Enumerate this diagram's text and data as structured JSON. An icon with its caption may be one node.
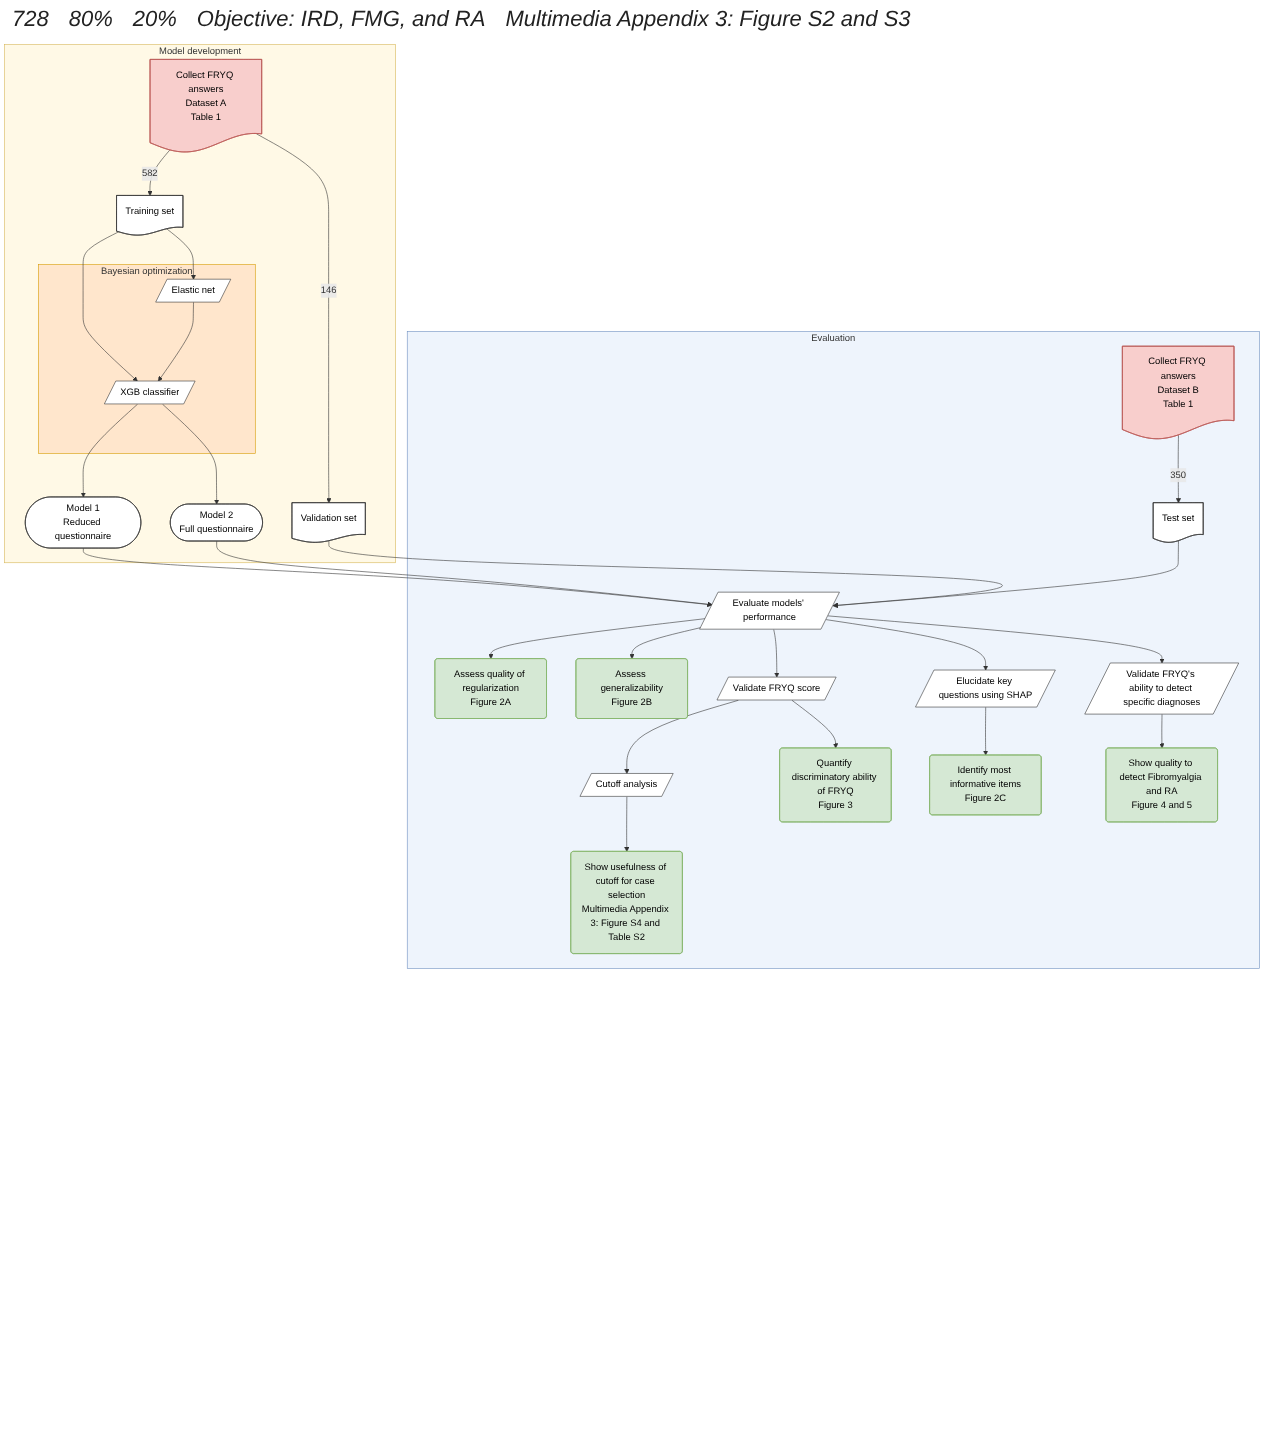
{
  "diagram": {
    "nodes": [
      {
        "text": [
          "Model development"
        ]
      },
      {
        "text": [
          "Collect FRYQ answers",
          "Dataset A",
          "Table 1"
        ],
        "in": 0
      },
      {
        "text": [
          "Training set"
        ],
        "in": 0
      },
      {
        "text": [
          "Validation set"
        ],
        "in": 0
      },
      {
        "text": [
          "Bayesian optimization"
        ],
        "in": 0
      },
      {
        "text": [
          "Elastic net"
        ],
        "in": 4
      },
      {
        "text": [
          "XGB classifier"
        ],
        "in": 4
      },
      {
        "text": [
          "Model 1",
          "Reduced questionnaire"
        ],
        "in": 0
      },
      {
        "text": [
          "Model 2",
          "Full questionnaire"
        ],
        "in": 0
      },
      {
        "text": [
          "Evaluation"
        ]
      },
      {
        "text": [
          "Collect FRYQ answers",
          "Dataset B",
          "Table 1"
        ],
        "in": 9
      },
      {
        "text": [
          "Test set"
        ],
        "in": 9
      },
      {
        "text": [
          "Evaluate models' performance"
        ],
        "in": 9
      },
      {
        "text": [
          "Assess quality of regularization",
          "Figure 2A"
        ],
        "in": 9
      },
      {
        "text": [
          "Assess generalizability",
          "Figure 2B"
        ],
        "in": 9
      },
      {
        "text": [
          "Cutoff analysis"
        ],
        "in": 9
      },
      {
        "text": [
          "Validate FRYQ score"
        ],
        "in": 9
      },
      {
        "text": [
          "Elucidate key questions using SHAP"
        ],
        "in": 9
      },
      {
        "text": [
          "Validate FRYQ's ability to detect specific diagnoses"
        ],
        "in": 9
      },
      {
        "text": [
          "Show usefulness of cutoff for case selection",
          "Multimedia Appendix 3: Figure S4 and Table S2"
        ],
        "in": 9
      },
      {
        "text": [
          "Quantify discriminatory ability of FRYQ",
          "Figure 3"
        ],
        "in": 9
      },
      {
        "text": [
          "Identify most informative items",
          "Figure 2C"
        ],
        "in": 9
      },
      {
        "text": [
          "Show quality to detect Fibromyalgia and RA",
          "Figure 4 and 5"
        ],
        "in": 9
      }
    ],
    "edges": [
      {
        "from": 1,
        "to": 2,
        "arrow": "to",
        "label": "582"
      },
      {
        "from": 1,
        "to": 3,
        "arrow": "to",
        "label": "146"
      },
      {
        "from": 2,
        "to": 5,
        "arrow": "to"
      },
      {
        "from": 2,
        "to": 6,
        "arrow": "to"
      },
      {
        "from": 5,
        "to": 6,
        "arrow": "to"
      },
      {
        "from": 6,
        "to": 7,
        "arrow": "to"
      },
      {
        "from": 6,
        "to": 8,
        "arrow": "to"
      },
      {
        "from": 7,
        "to": 12,
        "arrow": "to"
      },
      {
        "from": 8,
        "to": 12,
        "arrow": "to"
      },
      {
        "from": 3,
        "to": 12,
        "arrow": "to"
      },
      {
        "from": 10,
        "to": 11,
        "arrow": "to",
        "label": "350"
      },
      {
        "from": 11,
        "to": 12,
        "arrow": "to"
      },
      {
        "from": 12,
        "to": 13,
        "arrow": "to"
      },
      {
        "from": 12,
        "to": 14,
        "arrow": "to"
      },
      {
        "from": 12,
        "to": 16,
        "arrow": "to"
      },
      {
        "from": 12,
        "to": 17,
        "arrow": "to"
      },
      {
        "from": 12,
        "to": 18,
        "arrow": "to"
      },
      {
        "from": 16,
        "to": 15,
        "arrow": "to"
      },
      {
        "from": 15,
        "to": 19,
        "arrow": "to"
      },
      {
        "from": 16,
        "to": 20,
        "arrow": "to"
      },
      {
        "from": 17,
        "to": 21,
        "arrow": "to"
      },
      {
        "from": 18,
        "to": 22,
        "arrow": "to"
      }
    ],
    "labels": [
      "728",
      "80%",
      "20%",
      "Objective: IRD, FMG, and RA",
      "Multimedia Appendix 3: Figure S2 and S3"
    ]
  }
}
